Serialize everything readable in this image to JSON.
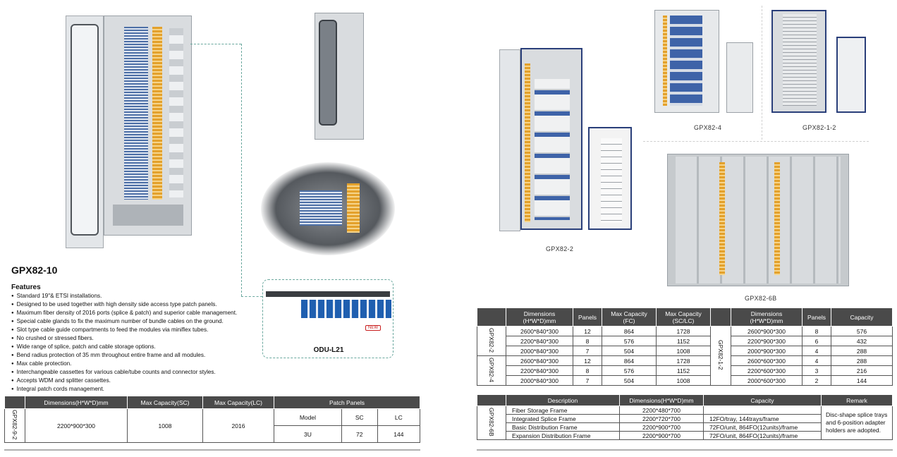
{
  "left": {
    "model_title": "GPX82-10",
    "features_title": "Features",
    "features": [
      "Standard 19\"& ETSI installations.",
      "Designed to be used together with high density side access type patch panels.",
      "Maximum fiber density of 2016 ports (splice & patch) and superior cable management.",
      "Special cable glands to fix the maximum number of bundle cables on the ground.",
      "Slot type cable guide compartments to feed the modules via miniflex tubes.",
      "No crushed or stressed fibers.",
      "Wide range of splice, patch and cable storage options.",
      "Bend radius protection of 35 mm throughout entire frame and all modules.",
      "Max cable protection.",
      "Interchangeable cassettes for various cable/tube counts and connector styles.",
      "Accepts WDM and splitter cassettes.",
      "Integral patch cords management."
    ],
    "odu_label": "ODU-L21",
    "new_badge": "NEW",
    "table": {
      "headers": [
        "Dimensions(H*W*D)mm",
        "Max Capacity(SC)",
        "Max Capacity(LC)",
        "Patch Panels"
      ],
      "row_label": "GPX82-9-2",
      "dimensions": "2200*900*300",
      "max_sc": "1008",
      "max_lc": "2016",
      "patch_sub_headers": [
        "Model",
        "SC",
        "LC"
      ],
      "patch_values": [
        "3U",
        "72",
        "144"
      ]
    }
  },
  "right": {
    "captions": {
      "gpx82_2": "GPX82-2",
      "gpx82_4": "GPX82-4",
      "gpx82_1_2": "GPX82-1-2",
      "gpx82_6b": "GPX82-6B"
    },
    "table1": {
      "headers_left": [
        "Dimensions\n(H*W*D)mm",
        "Panels",
        "Max Capacity\n(FC)",
        "Max Capacity\n(SC/LC)"
      ],
      "headers_right": [
        "Dimensions\n(H*W*D)mm",
        "Panels",
        "Capacity"
      ],
      "group_a": "GPX82-2",
      "group_b": "GPX82-4",
      "group_c": "GPX82-1-2",
      "rows_left": [
        [
          "2600*840*300",
          "12",
          "864",
          "1728"
        ],
        [
          "2200*840*300",
          "8",
          "576",
          "1152"
        ],
        [
          "2000*840*300",
          "7",
          "504",
          "1008"
        ],
        [
          "2600*840*300",
          "12",
          "864",
          "1728"
        ],
        [
          "2200*840*300",
          "8",
          "576",
          "1152"
        ],
        [
          "2000*840*300",
          "7",
          "504",
          "1008"
        ]
      ],
      "rows_right": [
        [
          "2600*900*300",
          "8",
          "576"
        ],
        [
          "2200*900*300",
          "6",
          "432"
        ],
        [
          "2000*900*300",
          "4",
          "288"
        ],
        [
          "2600*600*300",
          "4",
          "288"
        ],
        [
          "2200*600*300",
          "3",
          "216"
        ],
        [
          "2000*600*300",
          "2",
          "144"
        ]
      ]
    },
    "table2": {
      "headers": [
        "Description",
        "Dimensions(H*W*D)mm",
        "Capacity",
        "Remark"
      ],
      "group": "GPX82-6B",
      "rows": [
        [
          "Fiber Storage Frame",
          "2200*480*700",
          ""
        ],
        [
          "Integrated Splice Frame",
          "2200*720*700",
          "12FO/tray, 144trays/frame"
        ],
        [
          "Basic Distribution Frame",
          "2200*900*700",
          "72FO/unit, 864FO(12units)/frame"
        ],
        [
          "Expansion Distribution Frame",
          "2200*900*700",
          "72FO/unit, 864FO(12units)/frame"
        ]
      ],
      "remark": "Disc-shape splice trays and 6-position adapter holders are adopted."
    }
  }
}
